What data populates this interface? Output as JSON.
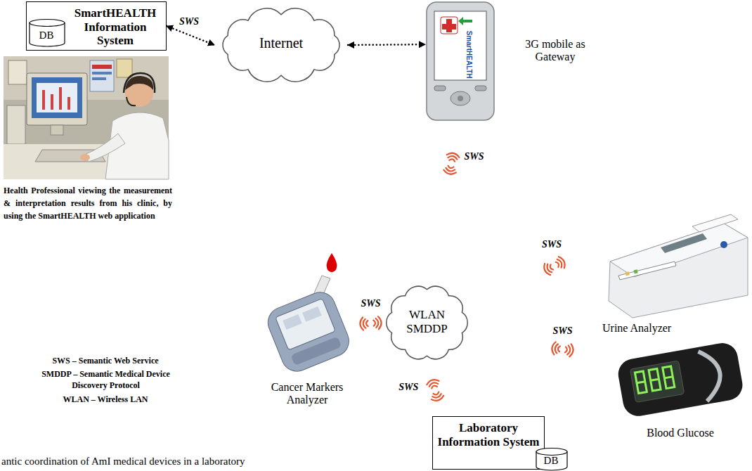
{
  "diagram": {
    "caption": "antic coordination of AmI medical devices in a laboratory",
    "nodes": [
      {
        "text": [
          "SmartHEALTH Information System"
        ]
      },
      {
        "text": [
          "DB"
        ],
        "in": 0
      },
      {
        "text": [
          "Internet"
        ]
      },
      {
        "text": [
          "3G mobile as Gateway"
        ]
      },
      {
        "text": [
          "WLAN SMDDP"
        ]
      },
      {
        "text": [
          "Urine Analyzer"
        ]
      },
      {
        "text": [
          "Cancer Markers Analyzer"
        ]
      },
      {
        "text": [
          "Blood Glucose"
        ]
      },
      {
        "text": [
          "Laboratory Information System"
        ]
      },
      {
        "text": [
          "DB"
        ],
        "in": 8
      }
    ],
    "edges": [
      {
        "from": 0,
        "to": 2,
        "arrow": "both",
        "label": "SWS"
      },
      {
        "from": 2,
        "to": 3,
        "arrow": "both"
      },
      {
        "from": 3,
        "to": 4,
        "arrow": "none",
        "label": "SWS"
      },
      {
        "from": 4,
        "to": 5,
        "arrow": "none",
        "label": "SWS"
      },
      {
        "from": 4,
        "to": 7,
        "arrow": "none",
        "label": "SWS"
      },
      {
        "from": 4,
        "to": 6,
        "arrow": "none",
        "label": "SWS"
      },
      {
        "from": 4,
        "to": 8,
        "arrow": "none",
        "label": "SWS"
      }
    ],
    "labels": [
      "SmartHEALTH",
      "Health Professional viewing the measurement & interpretation results from his clinic, by using the SmartHEALTH web application",
      "SWS – Semantic Web Service",
      "SMDDP – Semantic Medical Device Discovery Protocol",
      "WLAN – Wireless LAN"
    ]
  }
}
